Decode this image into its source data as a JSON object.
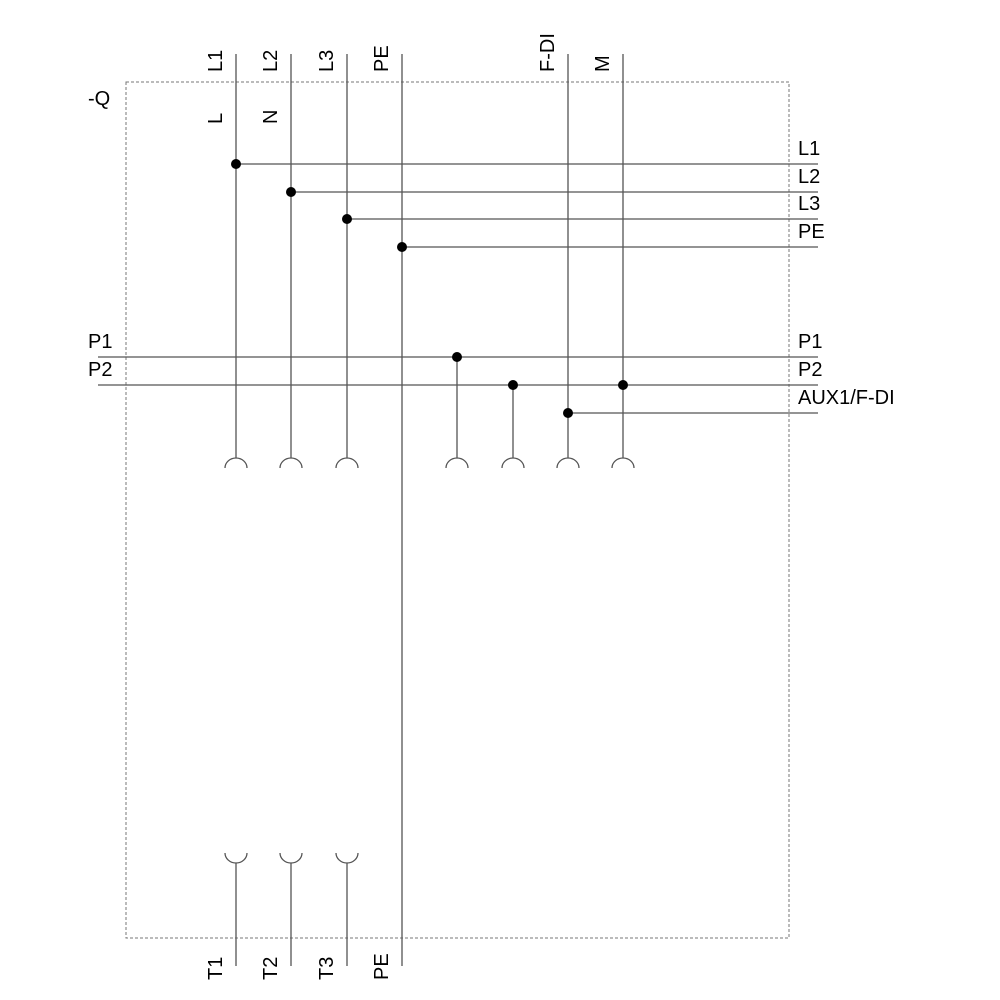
{
  "device_label": "-Q",
  "top_terminals": [
    "L1",
    "L2",
    "L3",
    "PE",
    "F-DI",
    "M"
  ],
  "inner_labels": [
    "L",
    "N"
  ],
  "right_labels": [
    "L1",
    "L2",
    "L3",
    "PE",
    "P1",
    "P2",
    "AUX1/F-DI"
  ],
  "left_labels": [
    "P1",
    "P2"
  ],
  "bottom_terminals": [
    "T1",
    "T2",
    "T3",
    "PE"
  ]
}
